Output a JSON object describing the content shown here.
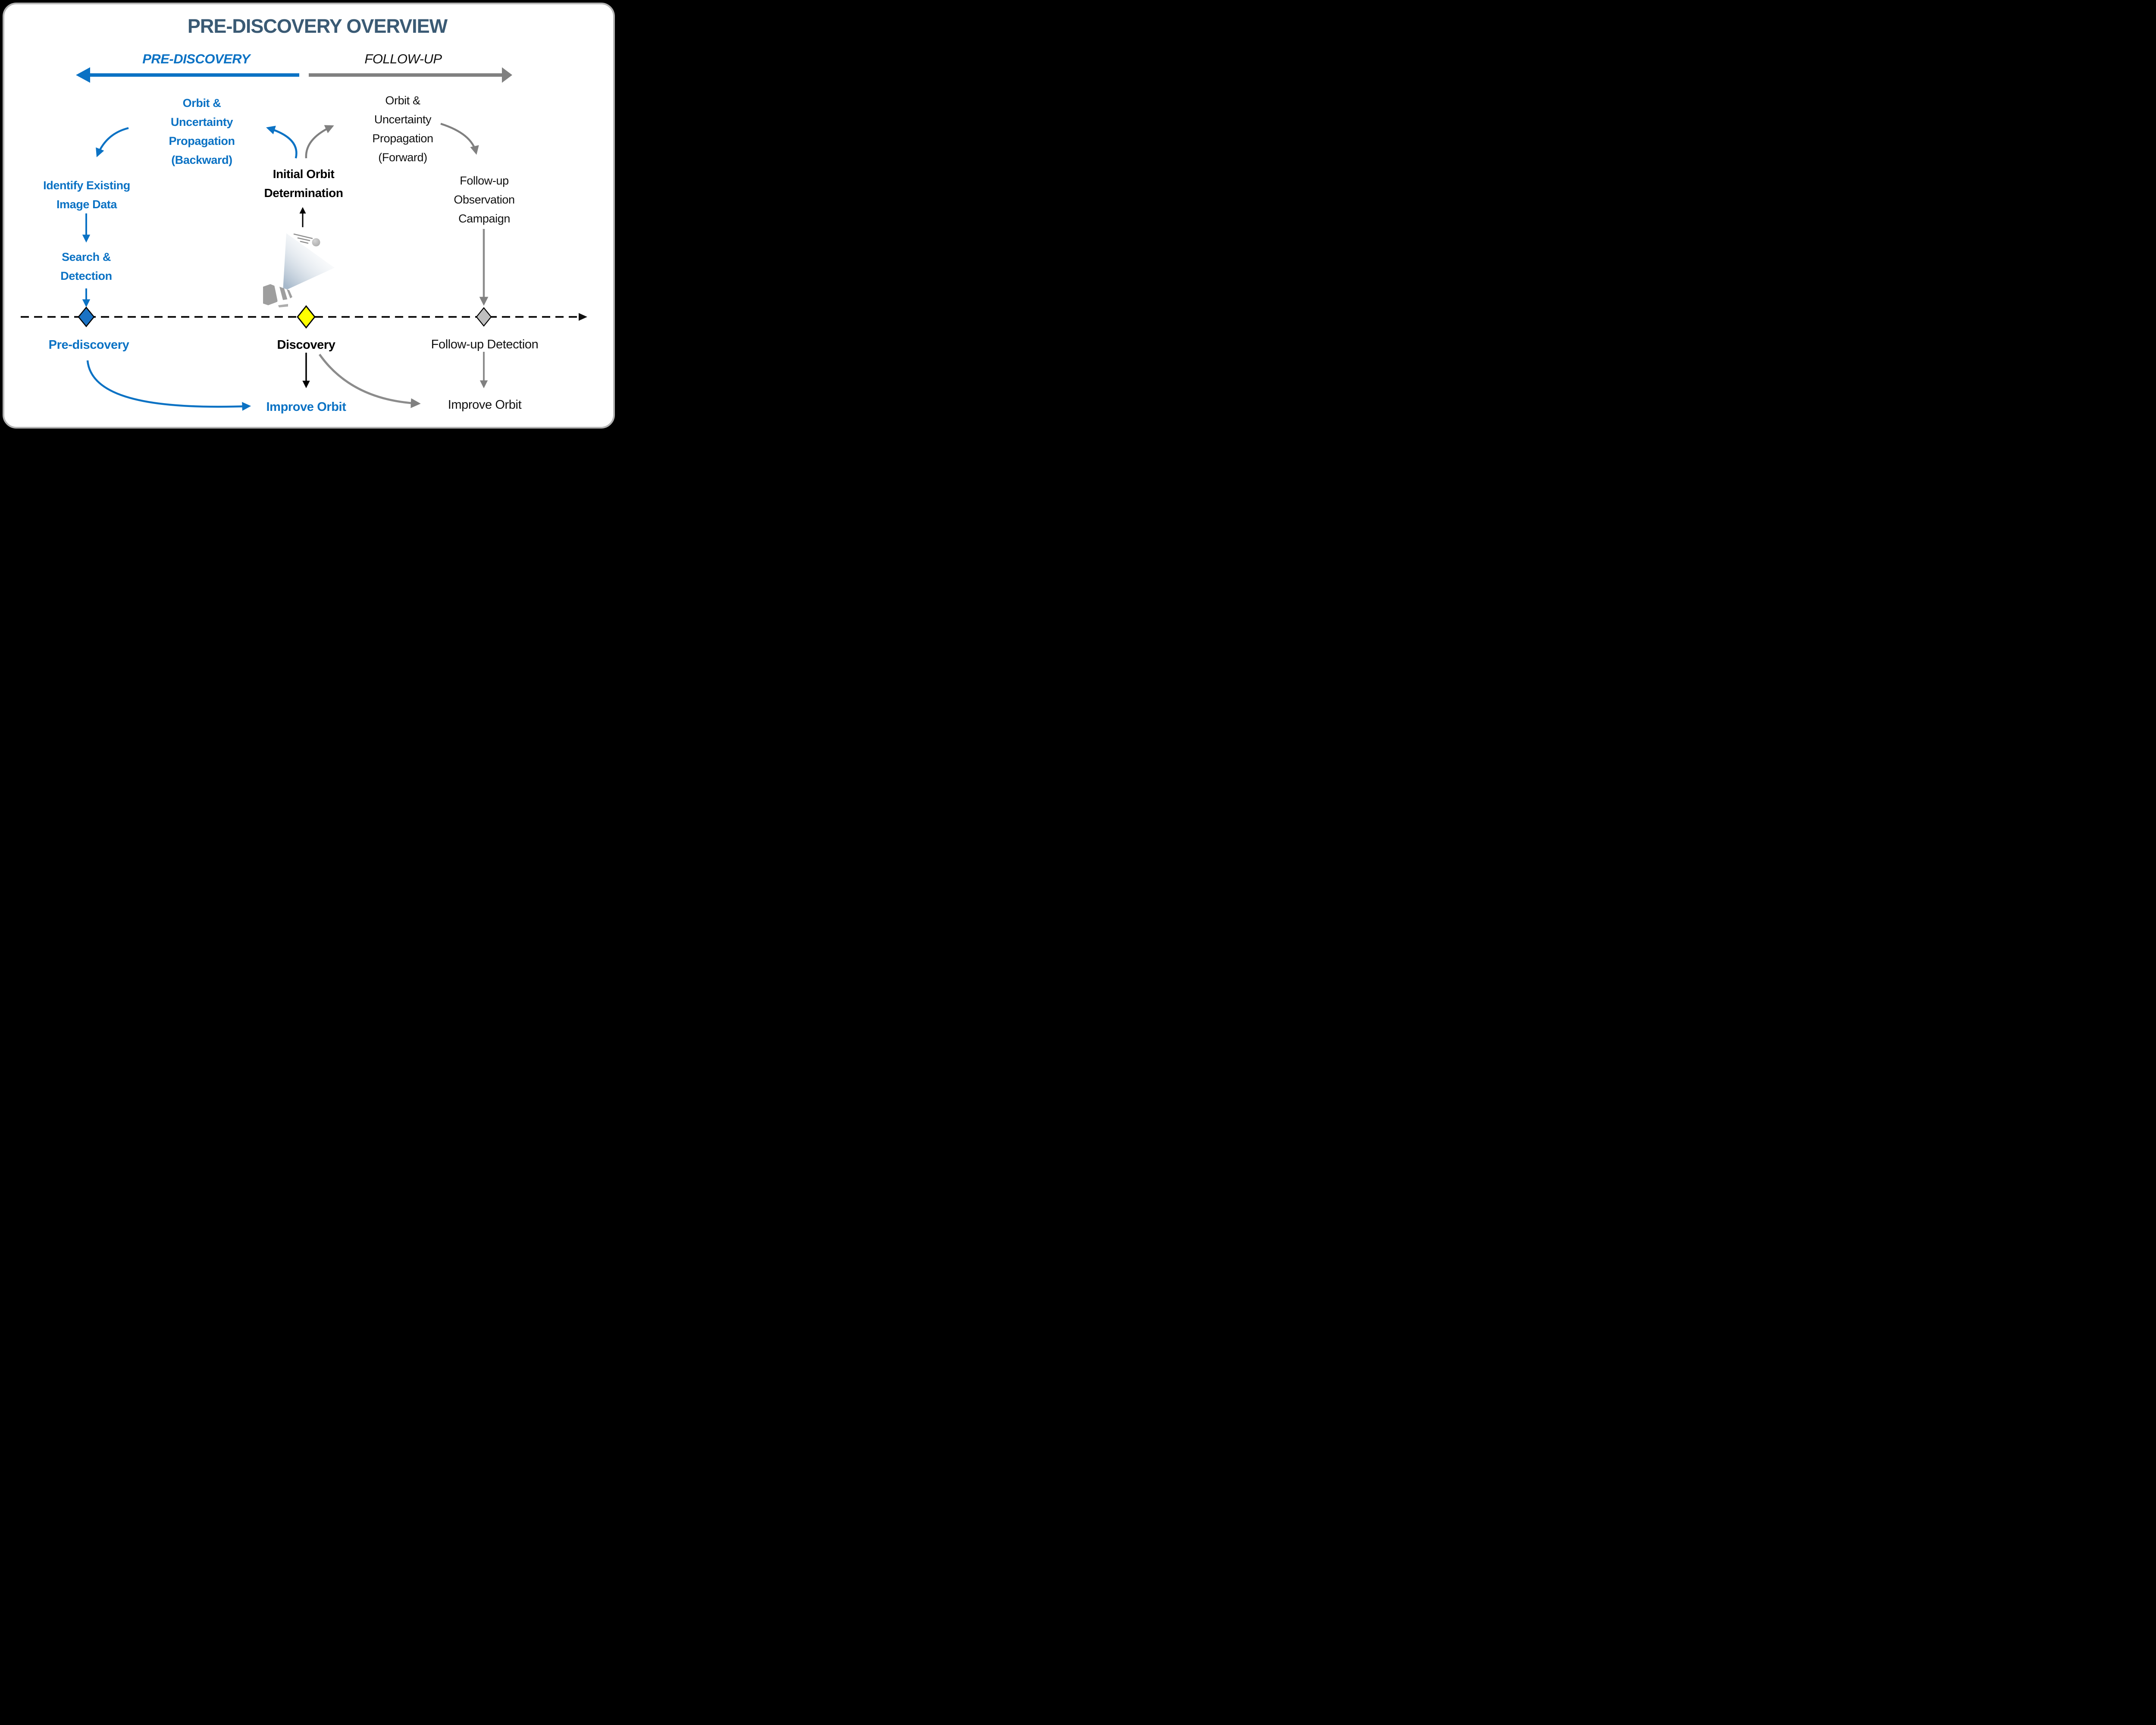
{
  "title": "PRE-DISCOVERY OVERVIEW",
  "phase_bar": {
    "pre_discovery_label": "PRE-DISCOVERY",
    "follow_up_label": "FOLLOW-UP"
  },
  "pre_discovery_branch": {
    "orbit_propagation_backward": "Orbit &\nUncertainty\nPropagation\n(Backward)",
    "identify_existing_image_data": "Identify Existing\nImage Data",
    "search_and_detection": "Search &\nDetection",
    "improve_orbit": "Improve Orbit"
  },
  "discovery_branch": {
    "initial_orbit_determination": "Initial Orbit\nDetermination"
  },
  "follow_up_branch": {
    "orbit_propagation_forward": "Orbit &\nUncertainty\nPropagation\n(Forward)",
    "follow_up_observation_campaign": "Follow-up\nObservation\nCampaign",
    "improve_orbit": "Improve Orbit"
  },
  "timeline": {
    "milestones": [
      {
        "label": "Pre-discovery",
        "diamond_color": "#1A72C4"
      },
      {
        "label": "Discovery",
        "diamond_color": "#FFFF00"
      },
      {
        "label": "Follow-up Detection",
        "diamond_color": "#BFBFBF"
      }
    ]
  },
  "colors": {
    "accent_blue": "#0B72C4",
    "accent_gray": "#808080",
    "title_slate": "#3A5A74",
    "discovery_yellow": "#FFFF00",
    "milestone_gray": "#BFBFBF",
    "milestone_blue": "#1A72C4",
    "card_border": "#B3B3B3"
  },
  "icons": [
    "telescope-icon",
    "asteroid-icon",
    "motion-lines-icon",
    "light-cone-icon"
  ]
}
